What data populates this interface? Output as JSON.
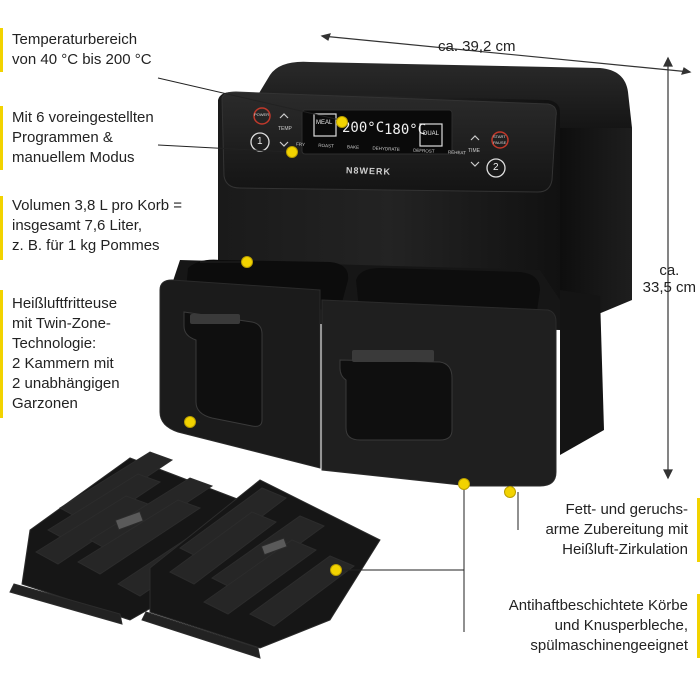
{
  "callouts": {
    "temperature": [
      "Temperaturbereich",
      "von 40 °C bis 200 °C"
    ],
    "programs": [
      "Mit 6 voreingestellten",
      "Programmen &",
      "manuellem Modus"
    ],
    "volume": [
      "Volumen 3,8 L pro Korb =",
      "insgesamt 7,6 Liter,",
      "z. B. für 1 kg Pommes"
    ],
    "twin_zone": [
      "Heißluftfritteuse",
      "mit Twin-Zone-",
      "Technologie:",
      "2 Kammern mit",
      "2 unabhängigen",
      "Garzonen"
    ],
    "low_fat": [
      "Fett- und geruchs-",
      "arme Zubereitung mit",
      "Heißluft-Zirkulation"
    ],
    "non_stick": [
      "Antihaftbeschichtete Körbe",
      "und Knusperbleche,",
      "spülmaschinengeeignet"
    ]
  },
  "dimensions": {
    "width": "ca. 39,2 cm",
    "height": [
      "ca.",
      "33,5 cm"
    ]
  },
  "device": {
    "brand": "N8WERK",
    "display_left": "200°C",
    "display_right": "180°C",
    "power": "POWER",
    "start": [
      "START",
      "PAUSE"
    ],
    "meal": "MEAL",
    "dual": "DUAL",
    "temp": "TEMP",
    "time": "TIME",
    "zone1": "1",
    "zone2": "2",
    "programs": [
      "FRY",
      "ROAST",
      "BAKE",
      "DEHYDRATE",
      "DEFROST",
      "REHEAT"
    ]
  },
  "colors": {
    "accent": "#f2d300",
    "device": "#1c1c1c",
    "display": "#f0f0f0",
    "button_red": "#c0392b"
  }
}
